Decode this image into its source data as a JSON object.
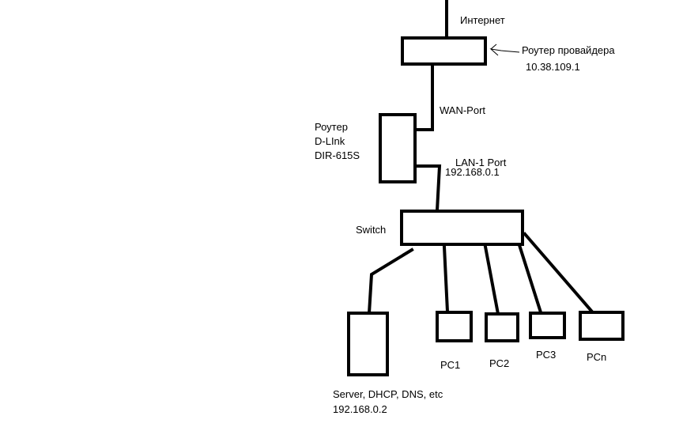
{
  "labels": {
    "internet": "Интернет",
    "isp_router": "Роутер провайдера",
    "isp_ip": "10.38.109.1",
    "wan_port": "WAN-Port",
    "router_line1": "Роутер",
    "router_line2": "D-LInk",
    "router_line3": "DIR-615S",
    "lan_port": "LAN-1 Port",
    "lan_ip": "192.168.0.1",
    "switch": "Switch",
    "server_line1": "Server, DHCP, DNS, etc",
    "server_ip": "192.168.0.2",
    "pc1": "PC1",
    "pc2": "PC2",
    "pc3": "PC3",
    "pcn": "PCn"
  },
  "colors": {
    "stroke": "#000000",
    "background": "#ffffff"
  }
}
